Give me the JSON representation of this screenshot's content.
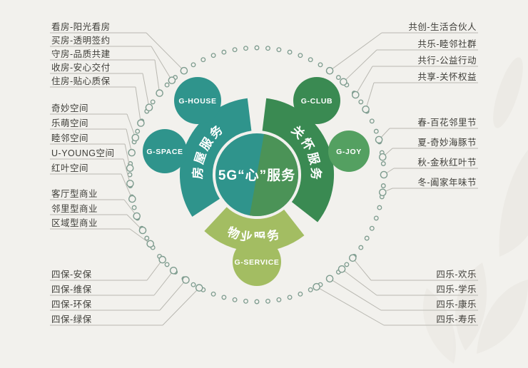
{
  "background_color": "#f2f1ed",
  "diagram": {
    "center": {
      "label": "5G“心”服务",
      "left_color": "#2f948c",
      "right_color": "#4b9357"
    },
    "segments": [
      {
        "label": "房屋服务",
        "color": "#2f948c"
      },
      {
        "label": "关怀服务",
        "color": "#3a8a52"
      },
      {
        "label": "物业服务",
        "color": "#a3bd62"
      }
    ],
    "nodes": [
      {
        "label": "G-HOUSE",
        "color": "#2f948c"
      },
      {
        "label": "G-CLUB",
        "color": "#3a8a52"
      },
      {
        "label": "G-SPACE",
        "color": "#2f948c"
      },
      {
        "label": "G-JOY",
        "color": "#54a061"
      },
      {
        "label": "G-SERVICE",
        "color": "#a3bd62"
      }
    ],
    "left_labels": [
      {
        "group": "housing",
        "items": [
          "看房-阳光看房",
          "买房-透明签约",
          "守房-品质共建",
          "收房-安心交付",
          "住房-贴心质保"
        ]
      },
      {
        "group": "spaces",
        "items": [
          "奇妙空间",
          "乐萌空间",
          "睦邻空间",
          "U-YOUNG空间",
          "红叶空间"
        ]
      },
      {
        "group": "business",
        "items": [
          "客厅型商业",
          "邻里型商业",
          "区域型商业"
        ]
      },
      {
        "group": "four-bao",
        "items": [
          "四保-安保",
          "四保-维保",
          "四保-环保",
          "四保-绿保"
        ]
      }
    ],
    "right_labels": [
      {
        "group": "gong",
        "items": [
          "共创-生活合伙人",
          "共乐-睦邻社群",
          "共行-公益行动",
          "共享-关怀权益"
        ]
      },
      {
        "group": "seasons",
        "items": [
          "春-百花邻里节",
          "夏-奇妙海豚节",
          "秋-金秋红叶节",
          "冬-阖家年味节"
        ]
      },
      {
        "group": "four-le",
        "items": [
          "四乐-欢乐",
          "四乐-学乐",
          "四乐-康乐",
          "四乐-寿乐"
        ]
      }
    ]
  }
}
